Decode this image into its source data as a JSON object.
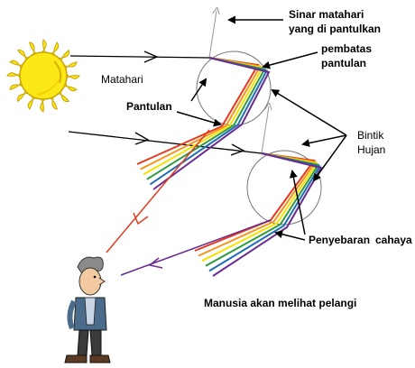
{
  "labels": {
    "sinar_line1": "Sinar matahari",
    "sinar_line2": "yang di pantulkan",
    "pembatas_line1": "pembatas",
    "pembatas_line2": "pantulan",
    "matahari": "Matahari",
    "pantulan": "Pantulan",
    "bintik_line1": "Bintik",
    "bintik_line2": "Hujan",
    "penyebaran": "Penyebaran",
    "cahaya": "cahaya",
    "manusia": "Manusia akan melihat pelangi"
  },
  "colors": {
    "red": "#e53a1e",
    "orange": "#f7941d",
    "yellow": "#f6e200",
    "green": "#2e9b3e",
    "blue": "#1f6fb5",
    "purple": "#6a2c91",
    "sun_fill": "#fbe816",
    "sun_stroke": "#c9a400",
    "raindrop_stroke": "#777777"
  },
  "icons": {
    "sun": "sun-icon",
    "person": "person-icon"
  }
}
